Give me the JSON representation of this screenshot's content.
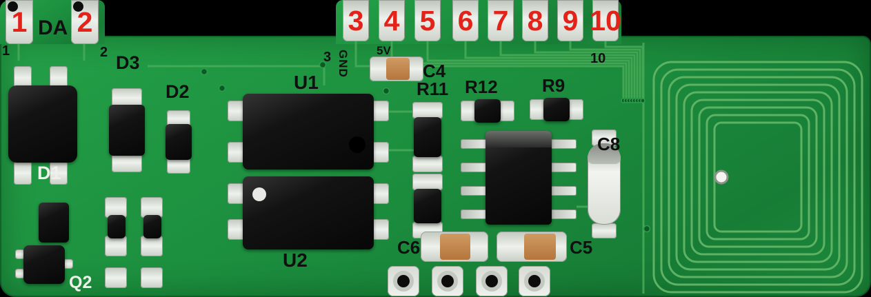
{
  "pins": {
    "left": [
      "1",
      "2"
    ],
    "right": [
      "3",
      "4",
      "5",
      "6",
      "7",
      "8",
      "9",
      "10"
    ]
  },
  "edge": {
    "p1": "1",
    "p2": "2",
    "p3": "3",
    "p10": "10"
  },
  "silk": {
    "da": "DA",
    "gnd": "GND",
    "v5": "5V",
    "d1": "D1",
    "d2": "D2",
    "d3": "D3",
    "u1": "U1",
    "u2": "U2",
    "q2": "Q2",
    "c4": "C4",
    "c5": "C5",
    "c6": "C6",
    "c8": "C8",
    "r9": "R9",
    "r11": "R11",
    "r12": "R12"
  },
  "colors": {
    "board_green": "#1c8f3e",
    "trace_green": "#49ab58",
    "coil_green": "#5fb264",
    "pad_silver": "#e6eae3",
    "silkscreen_red": "#e3231a",
    "silkscreen_black": "#101010",
    "silkscreen_white": "#eef0ea",
    "component_black": "#121212",
    "capacitor_orange": "#c2804b"
  }
}
